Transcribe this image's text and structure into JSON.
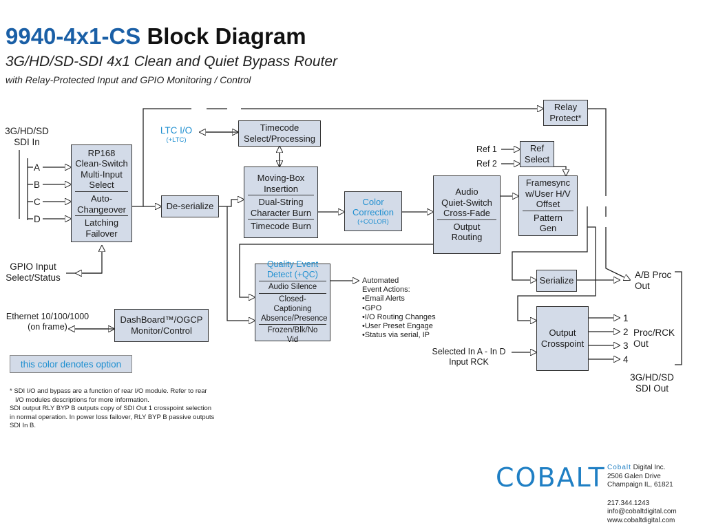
{
  "header": {
    "model": "9940-4x1-CS",
    "title_rest": "Block Diagram",
    "subtitle": "3G/HD/SD-SDI 4x1 Clean and Quiet Bypass Router",
    "subtitle2": "with Relay-Protected Input and GPIO Monitoring / Control"
  },
  "inputs": {
    "sdi_in_1": "3G/HD/SD",
    "sdi_in_2": "SDI In",
    "a": "A",
    "b": "B",
    "c": "C",
    "d": "D",
    "ltc": "LTC  I/O",
    "ltc_opt": "(+LTC)",
    "gpio_1": "GPIO Input",
    "gpio_2": "Select/Status",
    "eth_1": "Ethernet 10/100/1000",
    "eth_2": "(on frame)",
    "ref1": "Ref 1",
    "ref2": "Ref 2",
    "sel_1": "Selected In A - In D",
    "sel_2": "Input RCK"
  },
  "blocks": {
    "rp168": [
      "RP168",
      "Clean-Switch",
      "Multi-Input",
      "Select"
    ],
    "auto": [
      "Auto-",
      "Changeover"
    ],
    "latch": [
      "Latching",
      "Failover"
    ],
    "deser": "De-serialize",
    "timecode": [
      "Timecode",
      "Select/Processing"
    ],
    "movingbox": [
      "Moving-Box",
      "Insertion"
    ],
    "dualstring": [
      "Dual-String",
      "Character Burn"
    ],
    "tcburn": "Timecode Burn",
    "color": [
      "Color",
      "Correction"
    ],
    "color_opt": "(+COLOR)",
    "audio": [
      "Audio",
      "Quiet-Switch",
      "Cross-Fade"
    ],
    "outrouting": [
      "Output",
      "Routing"
    ],
    "refsel": [
      "Ref",
      "Select"
    ],
    "framesync": [
      "Framesync",
      "w/User H/V",
      "Offset"
    ],
    "patgen": "Pattern Gen",
    "relay": [
      "Relay",
      "Protect*"
    ],
    "qed": [
      "Quality Event",
      "Detect (+QC)"
    ],
    "silence": "Audio Silence",
    "cc": [
      "Closed-Captioning",
      "Absence/Presence"
    ],
    "frozen": "Frozen/Blk/No Vid",
    "dashboard": [
      "DashBoard™/OGCP",
      "Monitor/Control"
    ],
    "serialize": "Serialize",
    "xpoint": [
      "Output",
      "Crosspoint"
    ]
  },
  "events": {
    "title": [
      "Automated",
      "Event Actions:"
    ],
    "items": [
      "Email Alerts",
      "GPO",
      "I/O Routing Changes",
      "User Preset Engage",
      "Status via serial, IP"
    ]
  },
  "outputs": {
    "ab_1": "A/B Proc",
    "ab_2": "Out",
    "n1": "1",
    "n2": "2",
    "n3": "3",
    "n4": "4",
    "proc_1": "Proc/RCK",
    "proc_2": "Out",
    "sdiout_1": "3G/HD/SD",
    "sdiout_2": "SDI Out"
  },
  "legend": "this color denotes option",
  "notes": [
    "* SDI I/O and bypass are a function of rear I/O module. Refer to rear",
    "I/O modules descriptions for more information.",
    "SDI output RLY BYP B outputs copy of SDI Out 1 crosspoint selection",
    "in normal operation. In power loss failover, RLY BYP B passive outputs",
    "SDI In B."
  ],
  "company": {
    "logo": "COBALT",
    "brand": "Cobalt",
    "name_rest": " Digital Inc.",
    "addr1": "2506 Galen Drive",
    "addr2": "Champaign IL, 61821",
    "phone": "217.344.1243",
    "email": "info@cobaltdigital.com",
    "web": "www.cobaltdigital.com"
  },
  "colors": {
    "block_fill": "#d3dbe8",
    "option_text": "#1f8fd0",
    "model_blue": "#1a5fa6"
  }
}
